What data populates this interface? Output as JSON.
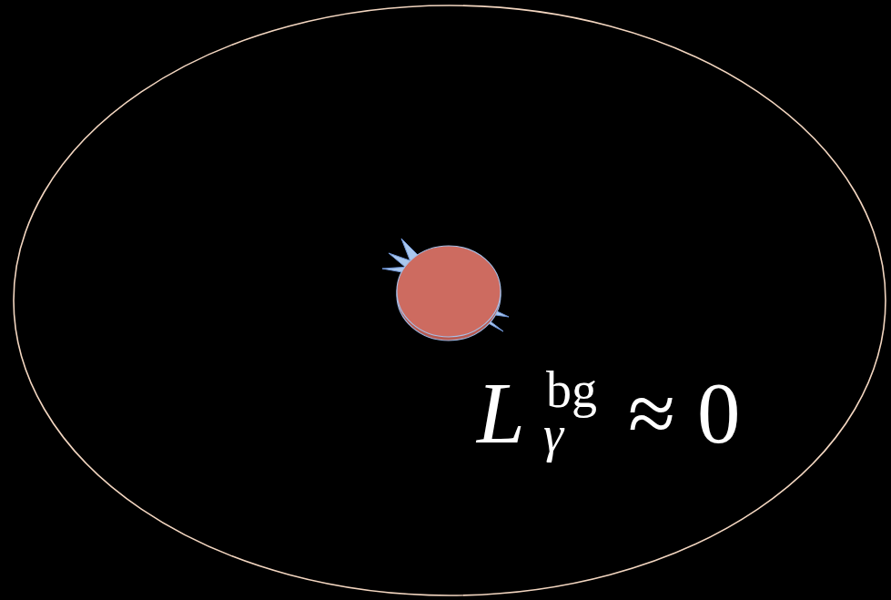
{
  "diagram": {
    "labels": [
      "L",
      "bg",
      "γ",
      "≈ 0"
    ]
  }
}
